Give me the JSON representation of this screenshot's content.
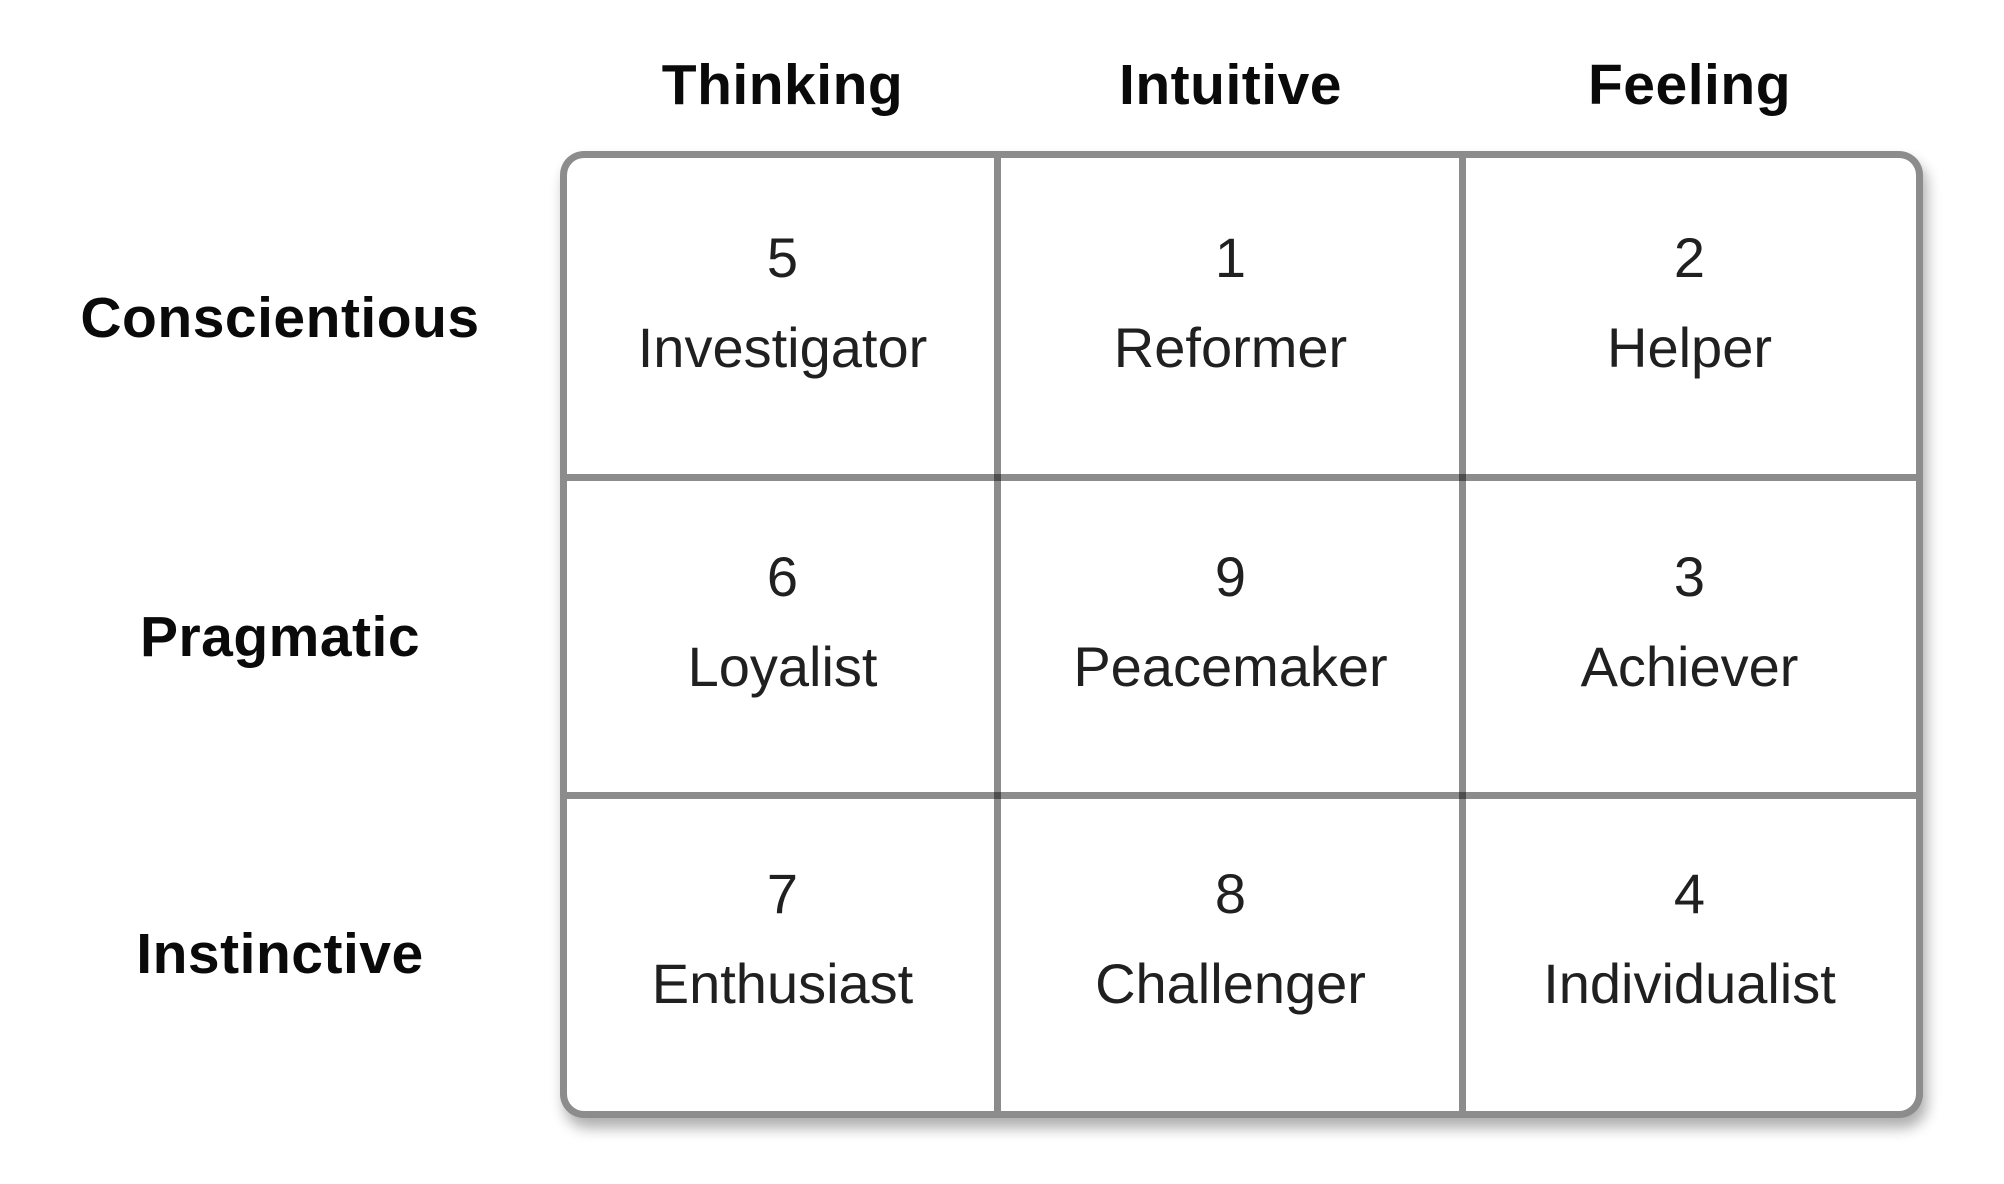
{
  "diagram": {
    "column_headers": [
      "Thinking",
      "Intuitive",
      "Feeling"
    ],
    "row_headers": [
      "Conscientious",
      "Pragmatic",
      "Instinctive"
    ],
    "cells": [
      [
        {
          "number": "5",
          "name": "Investigator"
        },
        {
          "number": "1",
          "name": "Reformer"
        },
        {
          "number": "2",
          "name": "Helper"
        }
      ],
      [
        {
          "number": "6",
          "name": "Loyalist"
        },
        {
          "number": "9",
          "name": "Peacemaker"
        },
        {
          "number": "3",
          "name": "Achiever"
        }
      ],
      [
        {
          "number": "7",
          "name": "Enthusiast"
        },
        {
          "number": "8",
          "name": "Challenger"
        },
        {
          "number": "4",
          "name": "Individualist"
        }
      ]
    ],
    "colors": {
      "background": "#ffffff",
      "grid_line": "#8c8c8c",
      "header_text": "#0a0a0a",
      "cell_text": "#202020"
    }
  }
}
